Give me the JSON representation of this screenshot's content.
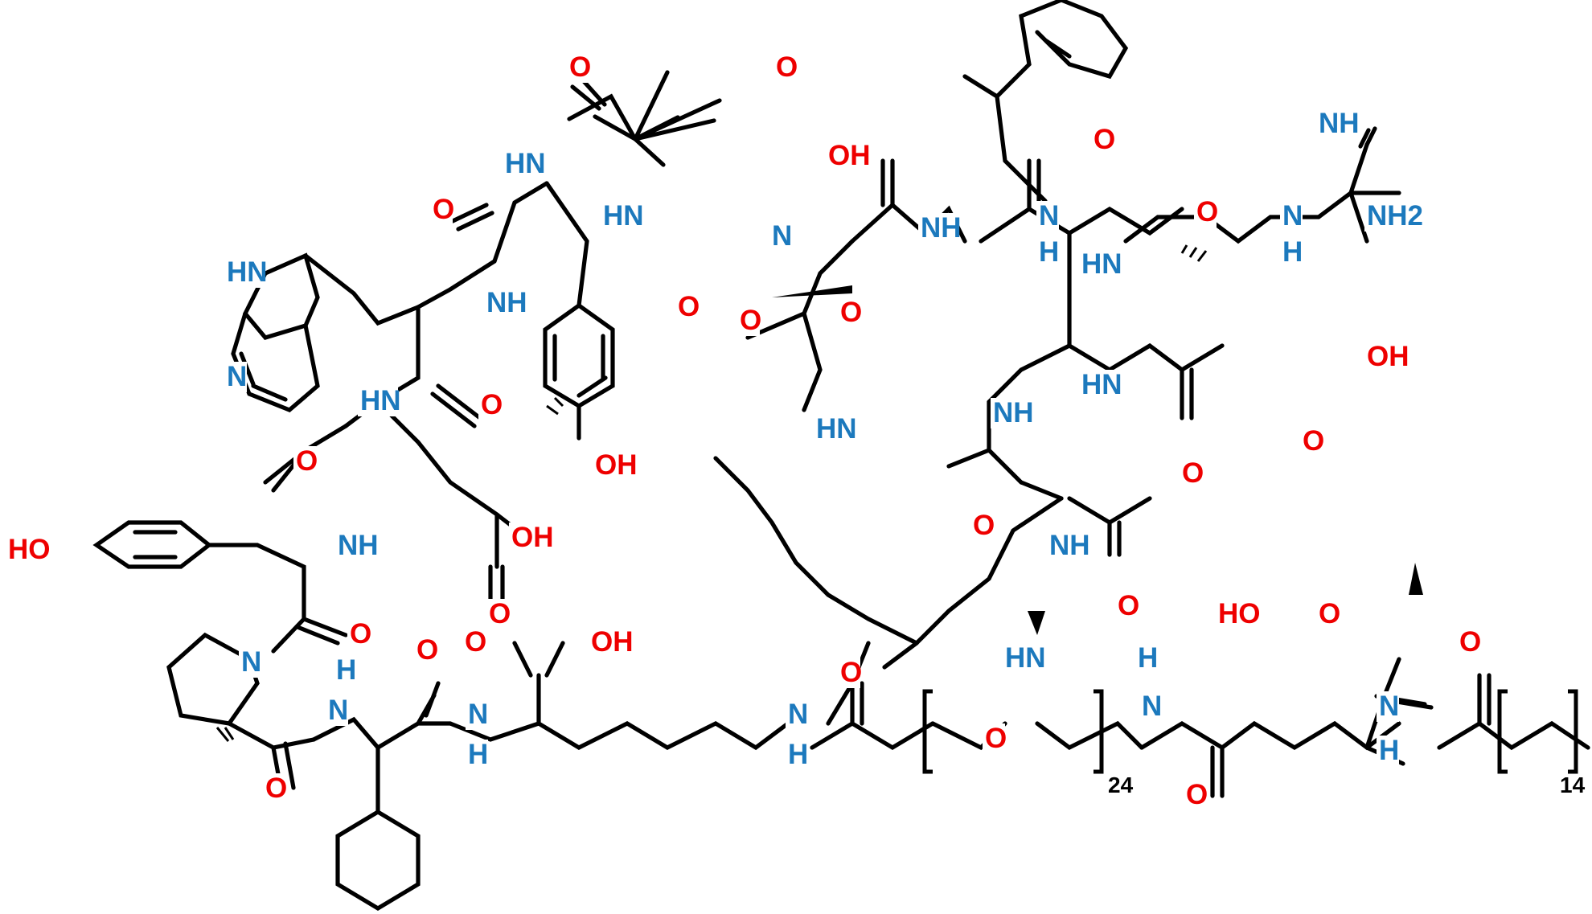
{
  "colors": {
    "oxygen": "#ee0000",
    "nitrogen": "#1c79bd",
    "carbon": "#000000",
    "background": "#ffffff"
  },
  "atom_labels": [
    {
      "id": "o1",
      "text": "O",
      "element": "O"
    },
    {
      "id": "o2",
      "text": "O",
      "element": "O"
    },
    {
      "id": "oh1",
      "text": "OH",
      "element": "O"
    },
    {
      "id": "hn1",
      "text": "HN",
      "element": "N"
    },
    {
      "id": "hn2",
      "text": "HN",
      "element": "N"
    },
    {
      "id": "o3",
      "text": "O",
      "element": "O"
    },
    {
      "id": "n1",
      "text": "N",
      "element": "N"
    },
    {
      "id": "o4",
      "text": "O",
      "element": "O"
    },
    {
      "id": "o5",
      "text": "O",
      "element": "O"
    },
    {
      "id": "hn3",
      "text": "HN",
      "element": "N"
    },
    {
      "id": "nh1",
      "text": "NH",
      "element": "N"
    },
    {
      "id": "n2",
      "text": "N",
      "element": "N"
    },
    {
      "id": "hn4",
      "text": "HN",
      "element": "N"
    },
    {
      "id": "o6",
      "text": "O",
      "element": "O"
    },
    {
      "id": "oh2",
      "text": "OH",
      "element": "O"
    },
    {
      "id": "o7",
      "text": "O",
      "element": "O"
    },
    {
      "id": "nh2",
      "text": "NH",
      "element": "N"
    },
    {
      "id": "ho1",
      "text": "HO",
      "element": "O"
    },
    {
      "id": "oh3",
      "text": "OH",
      "element": "O"
    },
    {
      "id": "o8",
      "text": "O",
      "element": "O"
    },
    {
      "id": "o9",
      "text": "O",
      "element": "O"
    },
    {
      "id": "n3",
      "text": "N",
      "element": "N"
    },
    {
      "id": "h1",
      "text": "H",
      "element": "N"
    },
    {
      "id": "n4",
      "text": "N",
      "element": "N"
    },
    {
      "id": "o10",
      "text": "O",
      "element": "O"
    },
    {
      "id": "o11",
      "text": "O",
      "element": "O"
    },
    {
      "id": "oh4",
      "text": "OH",
      "element": "O"
    },
    {
      "id": "n5",
      "text": "N",
      "element": "N"
    },
    {
      "id": "h2",
      "text": "H",
      "element": "N"
    },
    {
      "id": "o12",
      "text": "O",
      "element": "O"
    },
    {
      "id": "n6",
      "text": "N",
      "element": "N"
    },
    {
      "id": "h3",
      "text": "H",
      "element": "N"
    },
    {
      "id": "o13",
      "text": "O",
      "element": "O"
    },
    {
      "id": "o14",
      "text": "O",
      "element": "O"
    },
    {
      "id": "nh3",
      "text": "NH",
      "element": "N"
    },
    {
      "id": "o15",
      "text": "O",
      "element": "O"
    },
    {
      "id": "hn5",
      "text": "HN",
      "element": "N"
    },
    {
      "id": "nh4",
      "text": "NH",
      "element": "N"
    },
    {
      "id": "n7",
      "text": "N",
      "element": "N"
    },
    {
      "id": "h4",
      "text": "H",
      "element": "N"
    },
    {
      "id": "o16",
      "text": "O",
      "element": "O"
    },
    {
      "id": "nh5",
      "text": "NH",
      "element": "N"
    },
    {
      "id": "n8",
      "text": "N",
      "element": "N"
    },
    {
      "id": "h5",
      "text": "H",
      "element": "N"
    },
    {
      "id": "nh2b",
      "text": "NH2",
      "element": "N"
    },
    {
      "id": "hn6",
      "text": "HN",
      "element": "N"
    },
    {
      "id": "o17",
      "text": "O",
      "element": "O"
    },
    {
      "id": "oh5",
      "text": "OH",
      "element": "O"
    },
    {
      "id": "hn7",
      "text": "HN",
      "element": "N"
    },
    {
      "id": "o18",
      "text": "O",
      "element": "O"
    },
    {
      "id": "o19",
      "text": "O",
      "element": "O"
    },
    {
      "id": "nh6",
      "text": "NH",
      "element": "N"
    },
    {
      "id": "o20",
      "text": "O",
      "element": "O"
    },
    {
      "id": "hn8",
      "text": "HN",
      "element": "N"
    },
    {
      "id": "o21",
      "text": "O",
      "element": "O"
    },
    {
      "id": "h6",
      "text": "H",
      "element": "N"
    },
    {
      "id": "n9",
      "text": "N",
      "element": "N"
    },
    {
      "id": "ho2",
      "text": "HO",
      "element": "O"
    },
    {
      "id": "o22",
      "text": "O",
      "element": "O"
    },
    {
      "id": "o23",
      "text": "O",
      "element": "O"
    },
    {
      "id": "o24",
      "text": "O",
      "element": "O"
    },
    {
      "id": "n10",
      "text": "N",
      "element": "N"
    },
    {
      "id": "h7",
      "text": "H",
      "element": "N"
    }
  ],
  "repeat_counts": {
    "peg": "24",
    "alkyl": "14"
  }
}
